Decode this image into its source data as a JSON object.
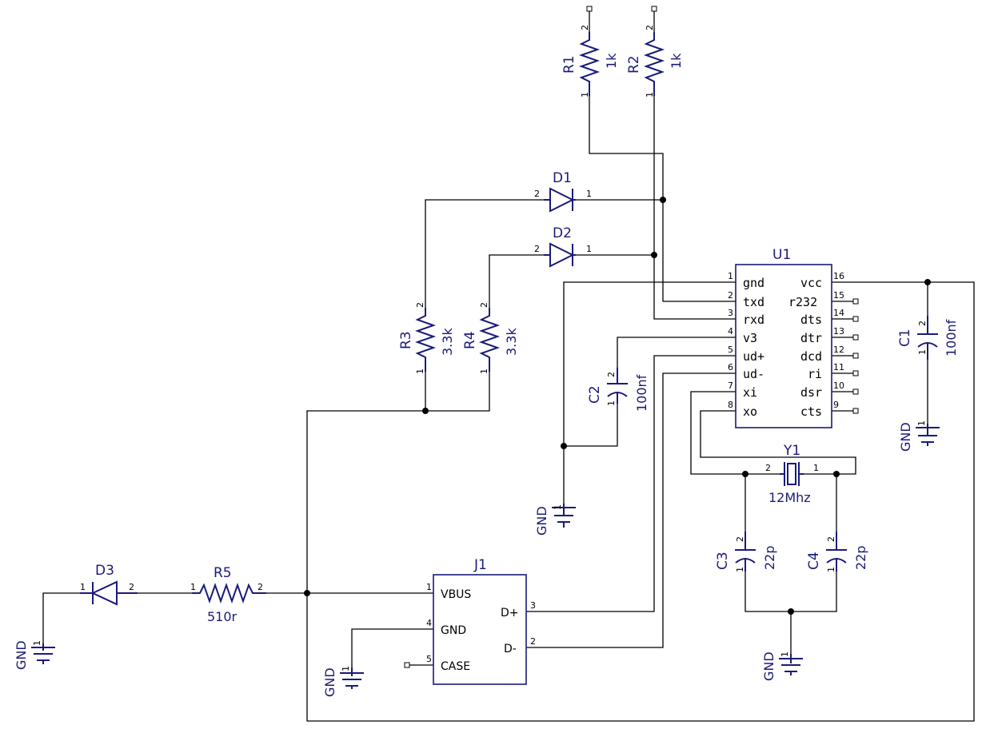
{
  "components": {
    "r1": {
      "ref": "R1",
      "value": "1k",
      "pin_a": "2",
      "pin_b": "1"
    },
    "r2": {
      "ref": "R2",
      "value": "1k",
      "pin_a": "2",
      "pin_b": "1"
    },
    "r3": {
      "ref": "R3",
      "value": "3.3k",
      "pin_a": "2",
      "pin_b": "1"
    },
    "r4": {
      "ref": "R4",
      "value": "3.3k",
      "pin_a": "2",
      "pin_b": "1"
    },
    "r5": {
      "ref": "R5",
      "value": "510r",
      "pin_a": "1",
      "pin_b": "2"
    },
    "d1": {
      "ref": "D1",
      "pin_a": "2",
      "pin_b": "1"
    },
    "d2": {
      "ref": "D2",
      "pin_a": "2",
      "pin_b": "1"
    },
    "d3": {
      "ref": "D3",
      "pin_a": "1",
      "pin_b": "2"
    },
    "c1": {
      "ref": "C1",
      "value": "100nf",
      "pin_a": "2",
      "pin_b": "1"
    },
    "c2": {
      "ref": "C2",
      "value": "100nf",
      "pin_a": "2",
      "pin_b": "1"
    },
    "c3": {
      "ref": "C3",
      "value": "22p",
      "pin_a": "2",
      "pin_b": "1"
    },
    "c4": {
      "ref": "C4",
      "value": "22p",
      "pin_a": "2",
      "pin_b": "1"
    },
    "y1": {
      "ref": "Y1",
      "value": "12Mhz",
      "pin_a": "2",
      "pin_b": "1"
    },
    "u1": {
      "ref": "U1",
      "left_pins": [
        {
          "num": "1",
          "label": "gnd"
        },
        {
          "num": "2",
          "label": "txd"
        },
        {
          "num": "3",
          "label": "rxd"
        },
        {
          "num": "4",
          "label": "v3"
        },
        {
          "num": "5",
          "label": "ud+"
        },
        {
          "num": "6",
          "label": "ud-"
        },
        {
          "num": "7",
          "label": "xi"
        },
        {
          "num": "8",
          "label": "xo"
        }
      ],
      "right_pins": [
        {
          "num": "16",
          "label": "vcc"
        },
        {
          "num": "15",
          "label": "r232"
        },
        {
          "num": "14",
          "label": "dts"
        },
        {
          "num": "13",
          "label": "dtr"
        },
        {
          "num": "12",
          "label": "dcd"
        },
        {
          "num": "11",
          "label": "ri"
        },
        {
          "num": "10",
          "label": "dsr"
        },
        {
          "num": "9",
          "label": "cts"
        }
      ]
    },
    "j1": {
      "ref": "J1",
      "pins": [
        {
          "num": "1",
          "label": "VBUS"
        },
        {
          "num": "4",
          "label": "GND"
        },
        {
          "num": "5",
          "label": "CASE"
        },
        {
          "num": "3",
          "label": "D+"
        },
        {
          "num": "2",
          "label": "D-"
        }
      ]
    }
  },
  "grounds": {
    "label": "GND",
    "pin": "1"
  }
}
